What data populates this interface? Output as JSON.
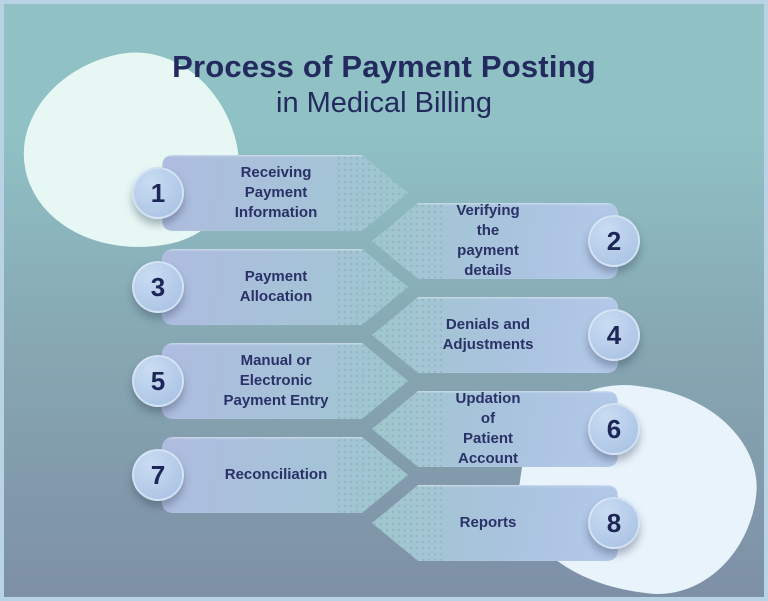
{
  "title": {
    "line1": "Process of Payment Posting",
    "line2": "in Medical Billing"
  },
  "steps": [
    {
      "number": "1",
      "label": "Receiving Payment Information",
      "side": "left"
    },
    {
      "number": "2",
      "label": "Verifying the payment details",
      "side": "right"
    },
    {
      "number": "3",
      "label": "Payment Allocation",
      "side": "left"
    },
    {
      "number": "4",
      "label": "Denials and Adjustments",
      "side": "right"
    },
    {
      "number": "5",
      "label": "Manual or Electronic Payment Entry",
      "side": "left"
    },
    {
      "number": "6",
      "label": "Updation of Patient Account",
      "side": "right"
    },
    {
      "number": "7",
      "label": "Reconciliation",
      "side": "left"
    },
    {
      "number": "8",
      "label": "Reports",
      "side": "right"
    }
  ],
  "colors": {
    "background_top": "#8fc1c5",
    "background_bottom": "#7e90a6",
    "frame_border": "#b7d3e4",
    "title_text": "#232a5e",
    "banner_text": "#2a3166",
    "banner_left_gradient_start": "#aebce0",
    "banner_left_gradient_end": "#9cc8cd",
    "banner_right_gradient_start": "#9fc7cc",
    "banner_right_gradient_end": "#b4c9ea",
    "number_badge_fill": "#aec6e6",
    "number_text": "#1d2757",
    "blob_top_left": "#e6f7f4",
    "blob_bottom_right": "#e8f3fb"
  }
}
